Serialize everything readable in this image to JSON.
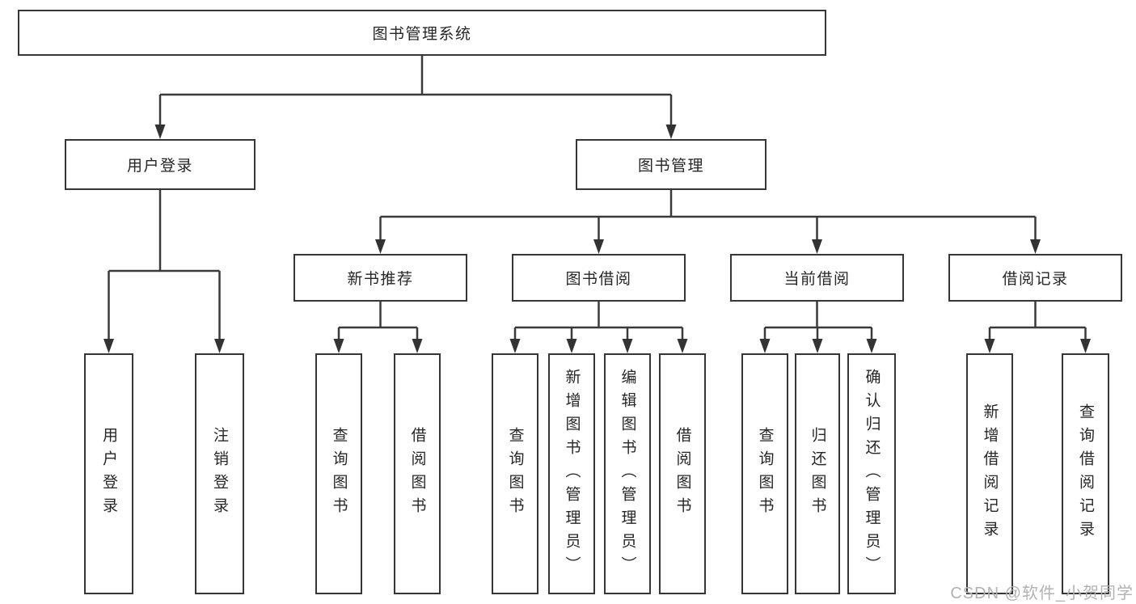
{
  "colors": {
    "line": "#3a3a3a",
    "box_border": "#363636",
    "text": "#262626",
    "watermark": "#b2b2b2",
    "background": "#ffffff"
  },
  "diagram": {
    "root": "图书管理系统",
    "level2": [
      "用户登录",
      "图书管理"
    ],
    "level3": [
      "新书推荐",
      "图书借阅",
      "当前借阅",
      "借阅记录"
    ],
    "leaves_user_login": [
      "用户登录",
      "注销登录"
    ],
    "leaves_new_book": [
      "查询图书",
      "借阅图书"
    ],
    "leaves_book_borrow": [
      "查询图书",
      "新增图书（管理员）",
      "编辑图书（管理员）",
      "借阅图书"
    ],
    "leaves_current_borrow": [
      "查询图书",
      "归还图书",
      "确认归还（管理员）"
    ],
    "leaves_borrow_record": [
      "新增借阅记录",
      "查询借阅记录"
    ]
  },
  "watermark": "CSDN @软件_小贺同学"
}
